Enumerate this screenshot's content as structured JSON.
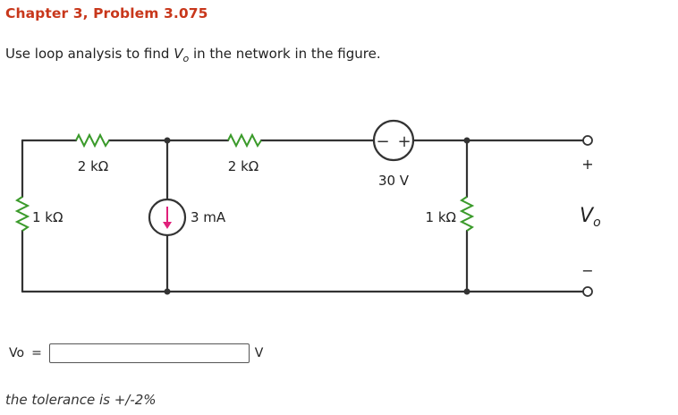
{
  "header": {
    "title": "Chapter 3, Problem 3.075"
  },
  "problem": {
    "prefix": "Use loop analysis to find",
    "var_main": "V",
    "var_sub": "o",
    "suffix": "in the network in the figure."
  },
  "circuit": {
    "r_top_left": "2 kΩ",
    "r_top_mid": "2 kΩ",
    "r_left": "1 kΩ",
    "r_right": "1 kΩ",
    "current_source": "3 mA",
    "voltage_source": "30 V",
    "vo_label_main": "V",
    "vo_label_sub": "o",
    "plus": "+",
    "minus": "−",
    "src_minus": "−",
    "src_plus": "+"
  },
  "answer": {
    "label_main": "Vo",
    "equals": "=",
    "value": "",
    "unit": "V"
  },
  "footer": {
    "tolerance": "the tolerance is +/-2%"
  }
}
